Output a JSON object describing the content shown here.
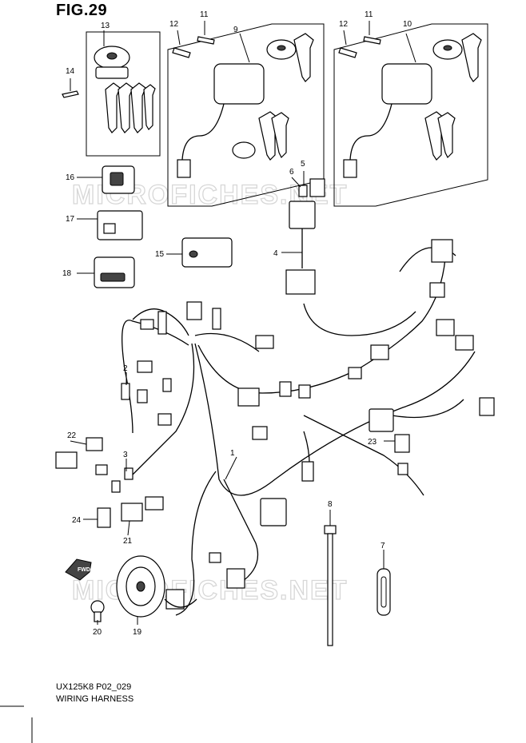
{
  "figure": {
    "title": "FIG.29"
  },
  "footer": {
    "model_code": "UX125K8 P02_029",
    "caption": "WIRING HARNESS"
  },
  "watermark": {
    "text": "MICROFICHES.NET"
  },
  "direction_marker": {
    "text": "FWD"
  },
  "callouts": {
    "c1": "1",
    "c2": "2",
    "c3": "3",
    "c4": "4",
    "c5": "5",
    "c6": "6",
    "c7": "7",
    "c8": "8",
    "c9": "9",
    "c10": "10",
    "c11a": "11",
    "c11b": "11",
    "c12a": "12",
    "c12b": "12",
    "c13": "13",
    "c14": "14",
    "c15": "15",
    "c16": "16",
    "c17": "17",
    "c18": "18",
    "c19": "19",
    "c20": "20",
    "c21": "21",
    "c22": "22",
    "c23": "23",
    "c24": "24"
  }
}
